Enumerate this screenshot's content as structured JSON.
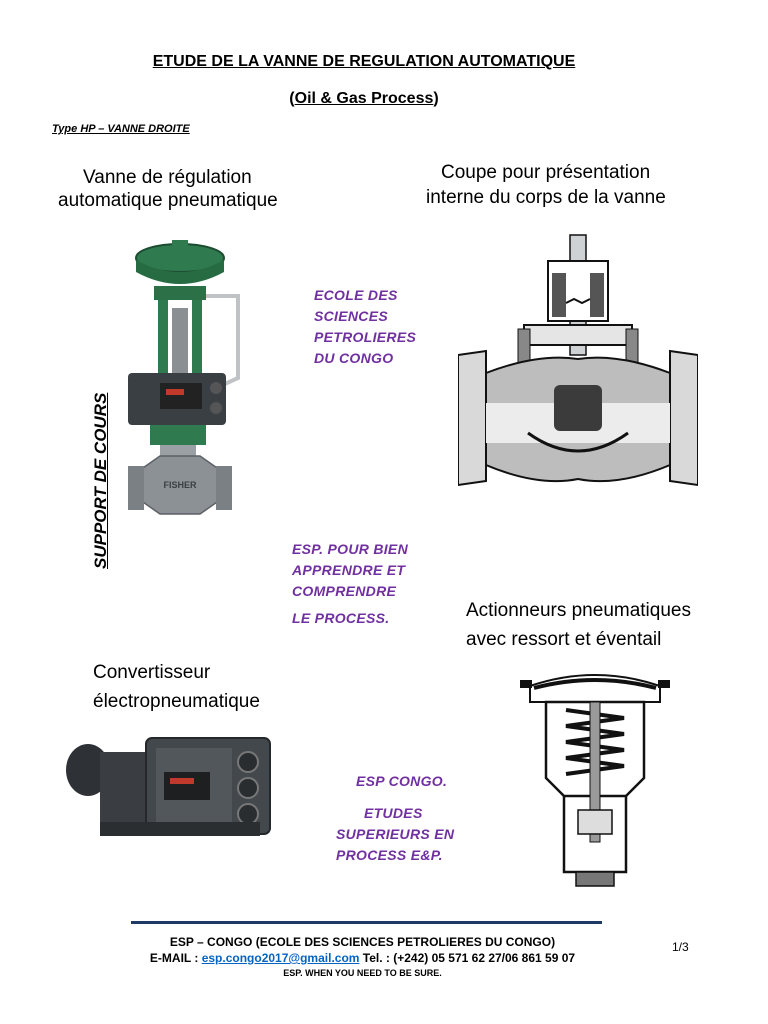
{
  "header": {
    "title": "ETUDE DE LA VANNE DE REGULATION AUTOMATIQUE",
    "subtitle_open": "(",
    "subtitle_core": "Oil & Gas Process",
    "subtitle_close": ")",
    "type_line": "Type HP – VANNE DROITE"
  },
  "side_label": "SUPPORT DE COURS",
  "captions": {
    "valve_line1": "Vanne de régulation",
    "valve_line2": "automatique pneumatique",
    "cut_line1": "Coupe pour présentation",
    "cut_line2": "interne du corps de la vanne",
    "actuator_line1": "Actionneurs pneumatiques",
    "actuator_line2": "avec ressort et éventail",
    "converter_line1": "Convertisseur",
    "converter_line2": "électropneumatique"
  },
  "purple_notes": {
    "school": [
      "ECOLE DES",
      "SCIENCES",
      "PETROLIERES",
      "DU CONGO"
    ],
    "learn": [
      "ESP. POUR BIEN",
      "APPRENDRE ET",
      "COMPRENDRE",
      "LE PROCESS."
    ],
    "esp": "ESP CONGO.",
    "studies": [
      "ETUDES",
      "SUPERIEURS EN",
      "PROCESS E&P."
    ]
  },
  "footer": {
    "line1": "ESP – CONGO (ECOLE DES SCIENCES PETROLIERES DU CONGO)",
    "email_label": "E-MAIL : ",
    "email": "esp.congo2017@gmail.com",
    "phone": " Tel. : (+242) 05 571 62 27/06 861 59 07",
    "tagline": "ESP. WHEN YOU NEED TO BE SURE.",
    "page": "1/3"
  },
  "image_labels": {
    "brand": "FISHER"
  }
}
